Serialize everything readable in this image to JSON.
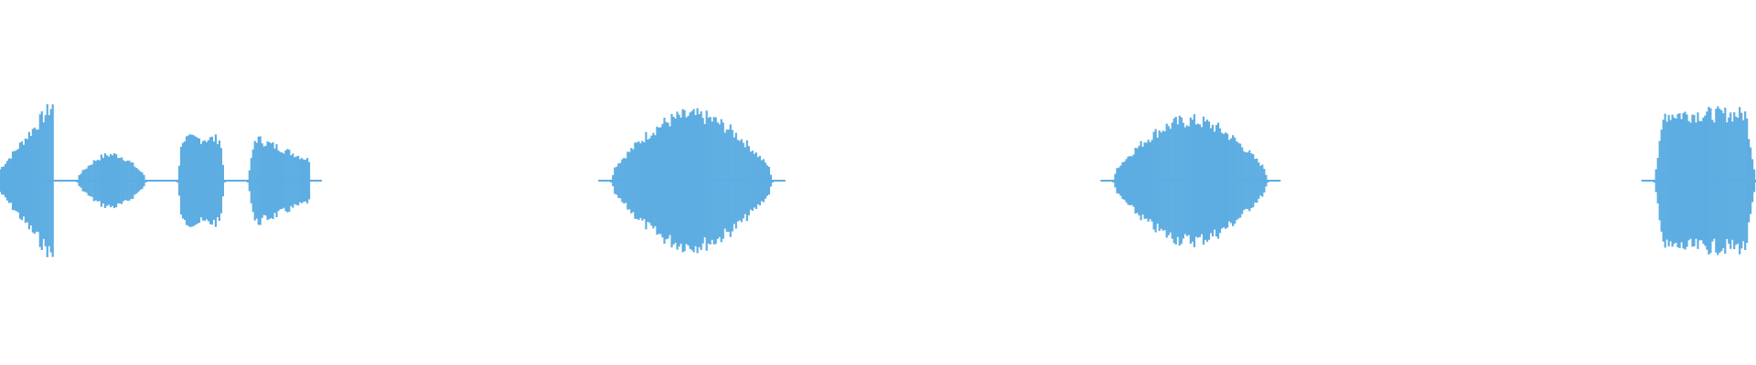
{
  "waveform": {
    "color": "#5DADE2",
    "background": "#ffffff",
    "segments": [
      {
        "start": 0.0,
        "end": 0.03,
        "level": 0.58,
        "shape": "ramp-up"
      },
      {
        "start": 0.03,
        "end": 0.044,
        "level": 0.02,
        "shape": "silence"
      },
      {
        "start": 0.044,
        "end": 0.083,
        "level": 0.2,
        "shape": "bump"
      },
      {
        "start": 0.083,
        "end": 0.101,
        "level": 0.02,
        "shape": "silence"
      },
      {
        "start": 0.101,
        "end": 0.128,
        "level": 0.32,
        "shape": "flat"
      },
      {
        "start": 0.128,
        "end": 0.141,
        "level": 0.02,
        "shape": "silence"
      },
      {
        "start": 0.141,
        "end": 0.176,
        "level": 0.35,
        "shape": "decay"
      },
      {
        "start": 0.348,
        "end": 0.44,
        "level": 0.5,
        "shape": "bump"
      },
      {
        "start": 0.634,
        "end": 0.722,
        "level": 0.46,
        "shape": "bump"
      },
      {
        "start": 0.942,
        "end": 1.0,
        "level": 0.51,
        "shape": "flat"
      }
    ]
  }
}
